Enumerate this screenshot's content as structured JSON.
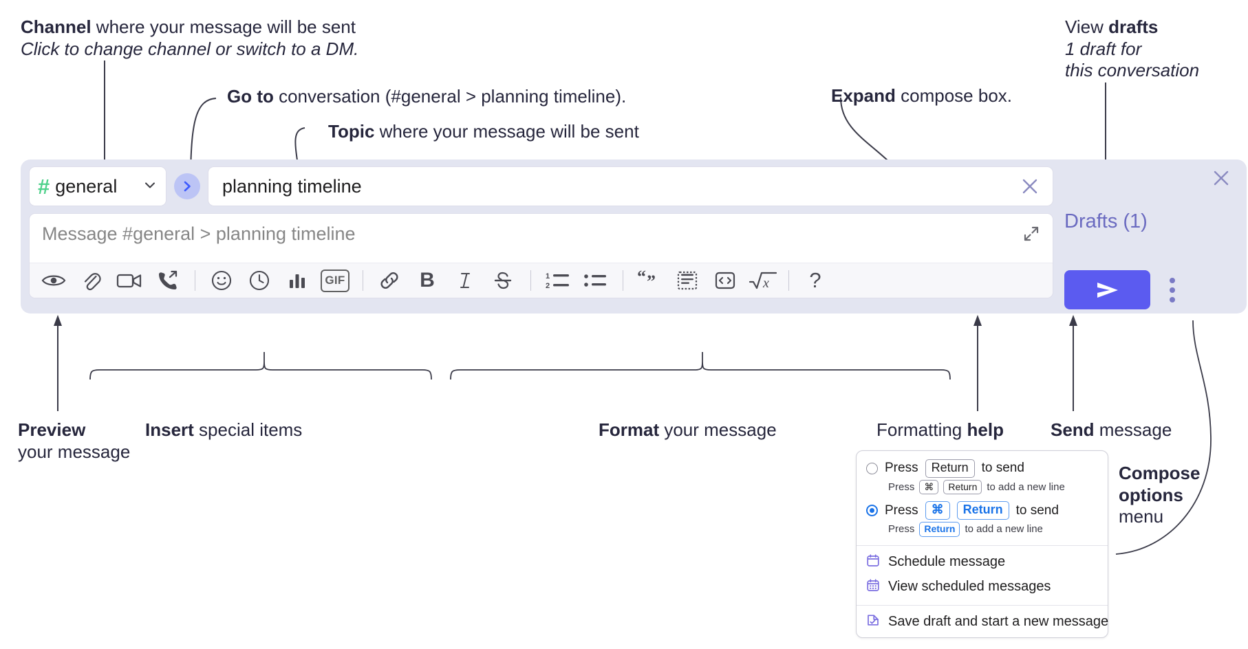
{
  "annotations": {
    "channel": {
      "bold": "Channel",
      "rest": " where your message will be sent",
      "italic": "Click to change channel or switch to a DM."
    },
    "goto": {
      "bold": "Go to",
      "rest": " conversation (#general > planning timeline)."
    },
    "topic": {
      "bold": "Topic",
      "rest": " where your message will be sent"
    },
    "expand": {
      "bold": "Expand",
      "rest": " compose box."
    },
    "drafts": {
      "lead": "View ",
      "bold": "drafts",
      "italic_1": "1 draft for",
      "italic_2": "this conversation"
    },
    "preview": {
      "bold": "Preview",
      "rest": "your message"
    },
    "insert": {
      "bold": "Insert",
      "rest": " special items"
    },
    "format": {
      "bold": "Format",
      "rest": " your message"
    },
    "help": {
      "lead": "Formatting ",
      "bold": "help"
    },
    "send": {
      "bold": "Send",
      "rest": " message"
    },
    "compose_options": {
      "bold_1": "Compose",
      "bold_2": "options",
      "rest": "menu"
    }
  },
  "compose": {
    "channel": {
      "hash": "#",
      "name": "general"
    },
    "goto_label": "›",
    "topic_value": "planning timeline",
    "message_placeholder": "Message #general > planning timeline",
    "drafts_label": "Drafts (1)",
    "toolbar": [
      {
        "name": "preview-icon",
        "title": "Preview"
      },
      {
        "name": "attachment-icon",
        "title": "Attach"
      },
      {
        "name": "video-icon",
        "title": "Video"
      },
      {
        "name": "call-icon",
        "title": "Call"
      },
      {
        "name": "separator",
        "title": ""
      },
      {
        "name": "emoji-icon",
        "title": "Emoji"
      },
      {
        "name": "clock-icon",
        "title": "Reminder"
      },
      {
        "name": "poll-icon",
        "title": "Poll"
      },
      {
        "name": "gif-icon",
        "title": "GIF"
      },
      {
        "name": "separator",
        "title": ""
      },
      {
        "name": "link-icon",
        "title": "Link"
      },
      {
        "name": "bold-icon",
        "title": "Bold"
      },
      {
        "name": "italic-icon",
        "title": "Italic"
      },
      {
        "name": "strikethrough-icon",
        "title": "Strikethrough"
      },
      {
        "name": "separator",
        "title": ""
      },
      {
        "name": "ordered-list-icon",
        "title": "Ordered list"
      },
      {
        "name": "bulleted-list-icon",
        "title": "Bulleted list"
      },
      {
        "name": "separator",
        "title": ""
      },
      {
        "name": "blockquote-icon",
        "title": "Blockquote"
      },
      {
        "name": "code-block-icon",
        "title": "Code block"
      },
      {
        "name": "inline-code-icon",
        "title": "Code"
      },
      {
        "name": "math-icon",
        "title": "Math"
      },
      {
        "name": "separator",
        "title": ""
      },
      {
        "name": "help-icon",
        "title": "Formatting help"
      }
    ],
    "gif_label": "GIF",
    "bold_label": "B",
    "italic_label": "I",
    "strike_label": "S",
    "help_label": "?"
  },
  "options_menu": {
    "option_1": {
      "press": "Press",
      "key": "Return",
      "tail": "to send",
      "selected": false
    },
    "option_1_sub": {
      "press": "Press",
      "key1": "⌘",
      "key2": "Return",
      "tail": "to add a new line"
    },
    "option_2": {
      "press": "Press",
      "key1": "⌘",
      "key2": "Return",
      "tail": "to send",
      "selected": true
    },
    "option_2_sub": {
      "press": "Press",
      "key": "Return",
      "tail": "to add a new line"
    },
    "items": [
      {
        "label": "Schedule message",
        "icon": "calendar-icon"
      },
      {
        "label": "View scheduled messages",
        "icon": "calendar-grid-icon"
      },
      {
        "label": "Save draft and start a new message",
        "icon": "save-draft-icon"
      }
    ]
  },
  "colors": {
    "panel_bg": "#e3e5f1",
    "accent_send": "#5b5bf0",
    "drafts_text": "#6a6ac0",
    "hash_green": "#4fd18b",
    "goto_circle": "#bcc4f5",
    "radio_blue": "#1a73e8",
    "menu_icon_purple": "#7b6ee0"
  }
}
